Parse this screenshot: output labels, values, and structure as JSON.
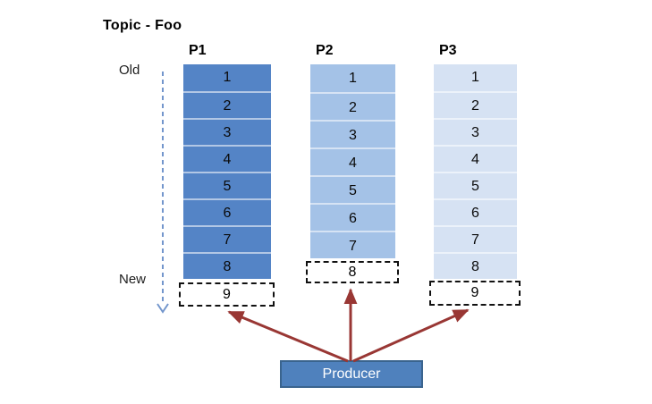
{
  "title": "Topic - Foo",
  "timeline": {
    "old_label": "Old",
    "new_label": "New"
  },
  "producer": {
    "label": "Producer"
  },
  "partitions": [
    {
      "name": "P1",
      "fill": "#5484C6",
      "cells": [
        "1",
        "2",
        "3",
        "4",
        "5",
        "6",
        "7",
        "8"
      ],
      "next_offset": "9"
    },
    {
      "name": "P2",
      "fill": "#A4C2E7",
      "cells": [
        "1",
        "2",
        "3",
        "4",
        "5",
        "6",
        "7"
      ],
      "next_offset": "8"
    },
    {
      "name": "P3",
      "fill": "#D6E2F3",
      "cells": [
        "1",
        "2",
        "3",
        "4",
        "5",
        "6",
        "7",
        "8"
      ],
      "next_offset": "9"
    }
  ],
  "colors": {
    "arrow": "#993734",
    "timeline_arrow": "#7396CC",
    "producer_fill": "#4F81BD",
    "producer_border": "#3A648E",
    "next_box_border": "#111111"
  }
}
